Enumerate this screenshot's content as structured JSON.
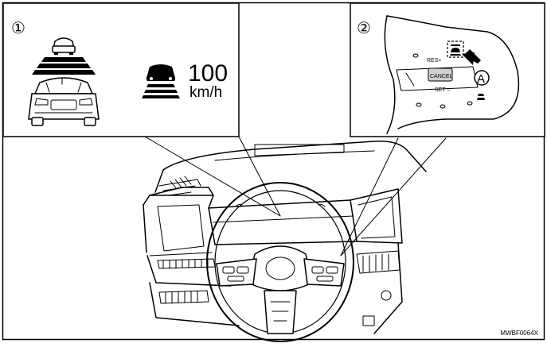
{
  "panel_1": {
    "marker": "①",
    "speed_value": "100",
    "speed_unit": "km/h"
  },
  "panel_2": {
    "marker": "②",
    "button_res": "RES+",
    "button_cancel": "CANCEL",
    "button_set": "SET –",
    "callout": "A"
  },
  "figure_code": "MWBF0064X",
  "icons": {
    "target_vehicle": "car-ahead-icon",
    "own_vehicle": "own-car-rear-icon",
    "cruise_indicator": "car-lane-icon",
    "cruise_switch": "cruise-switch-icon"
  }
}
